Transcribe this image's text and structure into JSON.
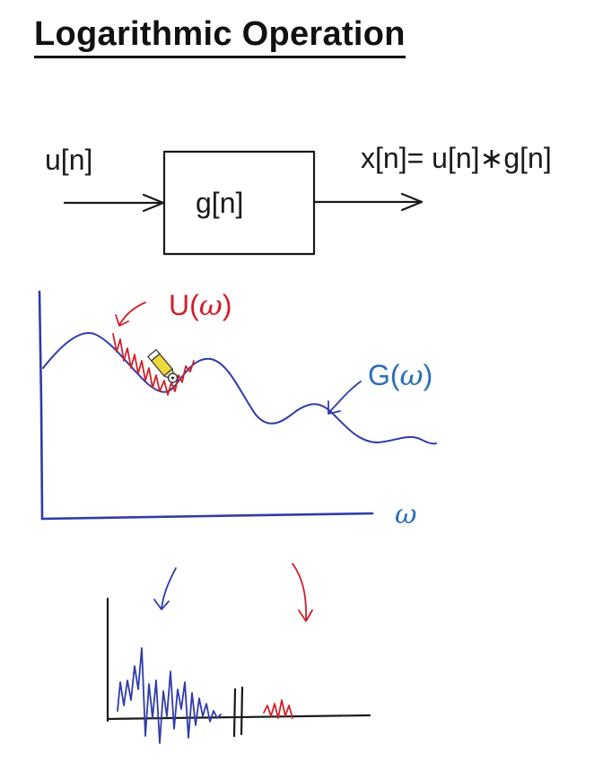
{
  "title": "Logarithmic Operation",
  "block": {
    "input_label": "u[n]",
    "system_label": "g[n]",
    "output_label": "x[n]= u[n]∗g[n]"
  },
  "spectrum": {
    "u_label_prefix": "U(",
    "g_label_prefix": "G(",
    "omega": "ω",
    "label_suffix": ")",
    "axis_label": "ω"
  },
  "colors": {
    "ink": "#1a1a1a",
    "blue": "#2f3ca8",
    "red": "#d0202a",
    "label_blue": "#2a6fb8"
  },
  "icons": {
    "cursor": "pencil-cursor-icon"
  }
}
